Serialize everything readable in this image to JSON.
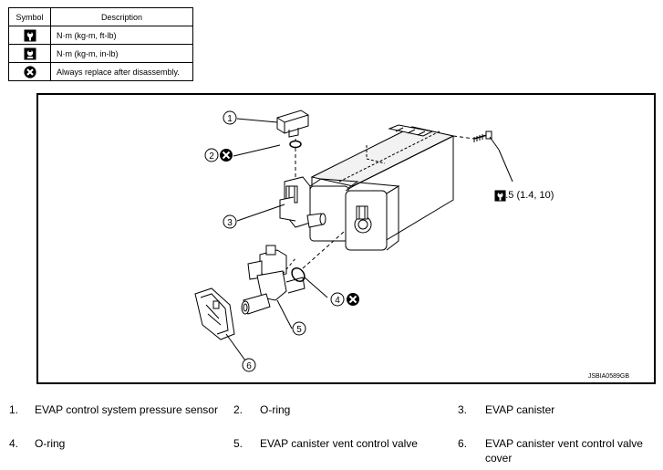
{
  "legend": {
    "header_symbol": "Symbol",
    "header_description": "Description",
    "rows": [
      {
        "icon": "torque-wrench-icon",
        "text": "N·m (kg-m, ft-lb)"
      },
      {
        "icon": "torque-wrench-small-icon",
        "text": "N·m (kg-m, in-lb)"
      },
      {
        "icon": "always-replace-icon",
        "text": "Always replace after disassembly."
      }
    ]
  },
  "figure": {
    "callouts": [
      "1",
      "2",
      "3",
      "4",
      "5",
      "6"
    ],
    "torque_spec": "13.5 (1.4, 10)",
    "figure_id": "JSBIA0589GB"
  },
  "parts": [
    {
      "num": "1.",
      "name": "EVAP control system pressure sensor"
    },
    {
      "num": "2.",
      "name": "O-ring"
    },
    {
      "num": "3.",
      "name": "EVAP canister"
    },
    {
      "num": "4.",
      "name": "O-ring"
    },
    {
      "num": "5.",
      "name": "EVAP canister vent control valve"
    },
    {
      "num": "6.",
      "name": "EVAP canister vent control valve cover"
    }
  ]
}
